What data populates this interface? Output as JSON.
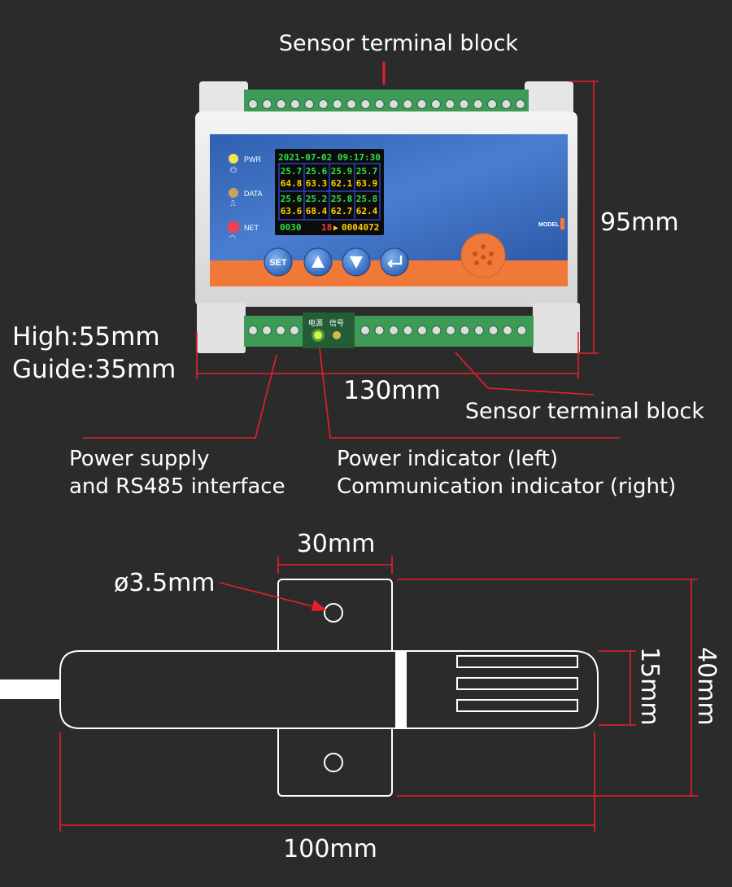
{
  "labels": {
    "sensor_terminal_top": "Sensor terminal block",
    "height_dim": "95mm",
    "high": "High:55mm",
    "guide": "Guide:35mm",
    "width_dim": "130mm",
    "sensor_terminal_bottom": "Sensor terminal block",
    "power_supply_line1": "Power supply",
    "power_supply_line2": "and RS485 interface",
    "indicator_line1": "Power indicator (left)",
    "indicator_line2": "Communication indicator (right)",
    "probe_width": "30mm",
    "hole_dia": "ø3.5mm",
    "probe_15": "15mm",
    "probe_40": "40mm",
    "probe_length": "100mm"
  },
  "device": {
    "leds": [
      {
        "label": "PWR",
        "icon": "power-icon",
        "color": "#f5e44a"
      },
      {
        "label": "DATA",
        "icon": "pulse-icon",
        "color": "#c9a35a"
      },
      {
        "label": "NET",
        "icon": "wifi-icon",
        "color": "#ff3b4f"
      }
    ],
    "model_label": "MODEL",
    "buttons": [
      {
        "label": "SET",
        "icon": "set-icon"
      },
      {
        "label": "",
        "icon": "up-arrow-icon"
      },
      {
        "label": "",
        "icon": "down-arrow-icon"
      },
      {
        "label": "",
        "icon": "enter-icon"
      }
    ],
    "bottom_led_labels": [
      "电源",
      "信号"
    ],
    "display": {
      "datetime": "2021-07-02 09:17:30",
      "rows": [
        [
          "25.7",
          "25.6",
          "25.9",
          "25.7"
        ],
        [
          "64.8",
          "63.3",
          "62.1",
          "63.9"
        ],
        [
          "25.6",
          "25.2",
          "25.8",
          "25.8"
        ],
        [
          "63.6",
          "68.4",
          "62.7",
          "62.4"
        ]
      ],
      "footer_left": "0030",
      "footer_mid": "18",
      "footer_right": "0004072"
    }
  },
  "colors": {
    "accent_red": "#e8202a",
    "panel_blue": "#3f71c4",
    "panel_orange": "#f0793a",
    "terminal_green": "#3e9b57"
  }
}
